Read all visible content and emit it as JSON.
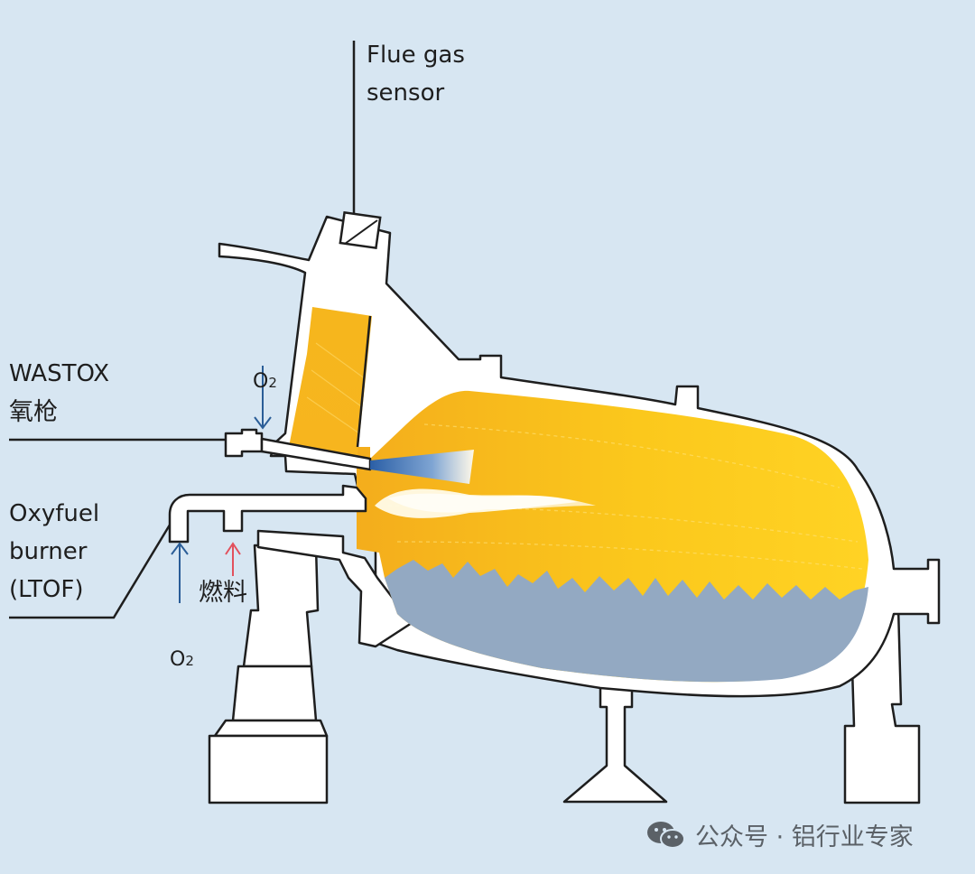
{
  "labels": {
    "flue_gas_sensor": "Flue gas\nsensor",
    "wastox": "WASTOX",
    "wastox_cn": "氧枪",
    "oxyfuel": "Oxyfuel\nburner\n(LTOF)",
    "fuel_cn": "燃料",
    "o2_top": "O",
    "o2_bottom": "O",
    "o2_sub": "2"
  },
  "watermark": "公众号 · 铝行业专家",
  "colors": {
    "background": "#d7e6f2",
    "vessel": "#ffffff",
    "outline": "#1e1e1e",
    "melt": "#f9c21a",
    "metal_bath": "#93a9c2",
    "oxygen_arrow": "#2a5d97",
    "fuel_arrow": "#e2515d"
  }
}
